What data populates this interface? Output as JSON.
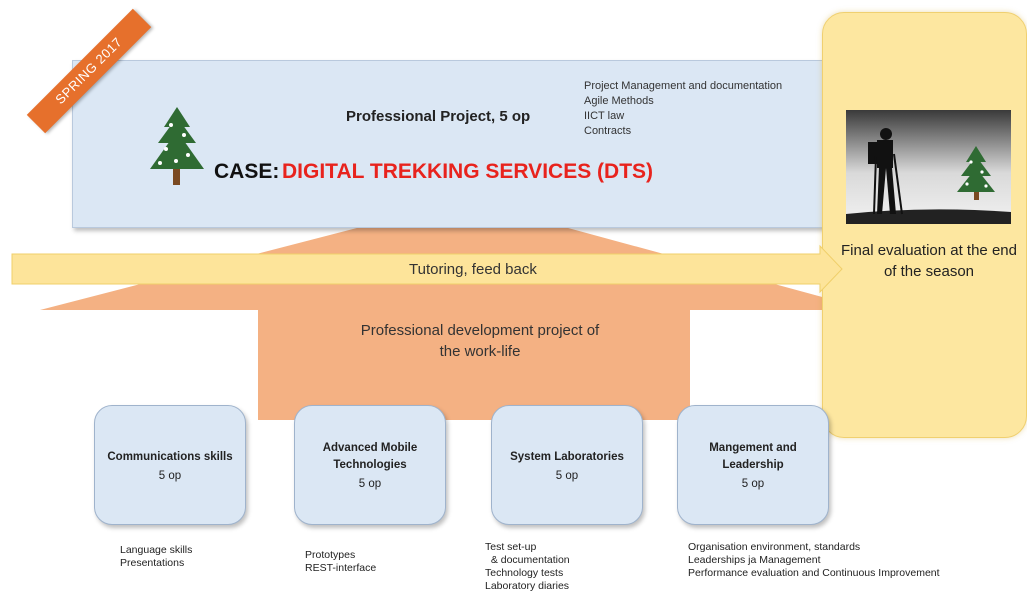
{
  "ribbon": {
    "label": "SPRING 2017",
    "color": "#e6702c"
  },
  "project": {
    "title": "Professional Project, 5 op",
    "case_prefix": "CASE:",
    "case_title": "DIGITAL TREKKING SERVICES (DTS)",
    "topics": [
      "Project Management  and documentation",
      "Agile Methods",
      "IICT law",
      "Contracts"
    ]
  },
  "right_panel": {
    "final_evaluation": "Final evaluation at the end of the season"
  },
  "tutoring": {
    "label": "Tutoring, feed back"
  },
  "development": {
    "label": "Professional development project of the work-life"
  },
  "courses": [
    {
      "title": "Communications skills",
      "op": "5 op",
      "details": [
        "Language skills",
        "Presentations"
      ]
    },
    {
      "title": "Advanced Mobile Technologies",
      "op": "5 op",
      "details": [
        "Prototypes",
        "REST-interface"
      ]
    },
    {
      "title": "System Laboratories",
      "op": "5 op",
      "details": [
        "Test set-up",
        "  & documentation",
        "Technology tests",
        "Laboratory diaries"
      ]
    },
    {
      "title": "Mangement and Leadership",
      "op": "5 op",
      "details": [
        "Organisation environment, standards",
        "Leaderships ja Management",
        "Performance evaluation and Continuous Improvement"
      ]
    }
  ],
  "colors": {
    "accent_red": "#e8231d",
    "box_blue": "#dbe7f4",
    "orange": "#f4b183",
    "yellow_arrow": "#fde49a",
    "panel_yellow": "#fde7a0"
  }
}
